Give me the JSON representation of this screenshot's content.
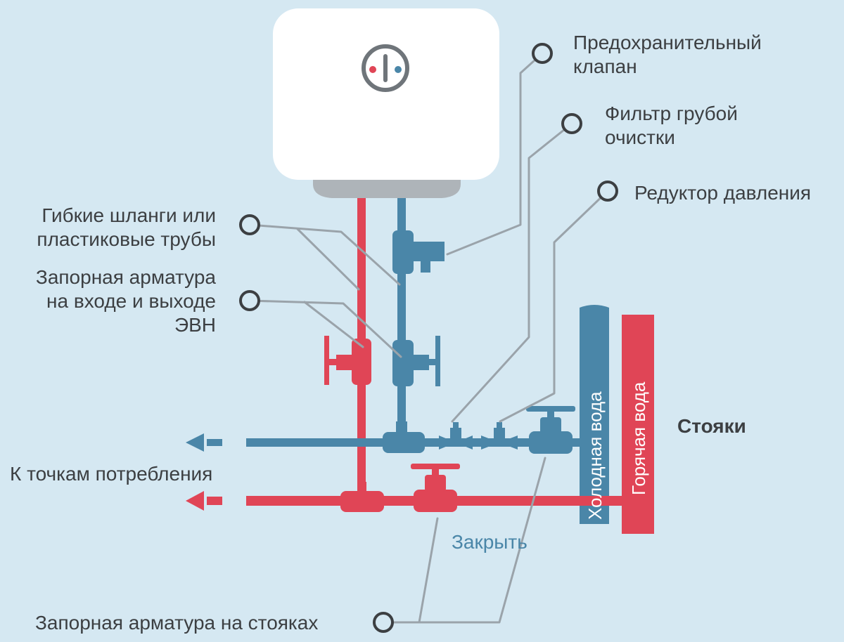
{
  "colors": {
    "background": "#d5e8f2",
    "cold": "#4a86a8",
    "hot": "#e04556",
    "leader": "#9aa3aa",
    "text": "#3c3f42",
    "heater_body": "#ffffff",
    "heater_base": "#aeb4b9"
  },
  "labels": {
    "safety_valve_line1": "Предохранительный",
    "safety_valve_line2": "клапан",
    "coarse_filter_line1": "Фильтр грубой",
    "coarse_filter_line2": "очистки",
    "pressure_reducer": "Редуктор давления",
    "hoses_line1": "Гибкие шланги или",
    "hoses_line2": "пластиковые трубы",
    "shutoff_line1": "Запорная арматура",
    "shutoff_line2": "на входе и выходе",
    "shutoff_line3": "ЭВН",
    "risers": "Стояки",
    "consumers": "К точкам потребления",
    "close": "Закрыть",
    "riser_shutoff": "Запорная арматура на стояках",
    "cold_water": "Холодная вода",
    "hot_water": "Горячая вода"
  },
  "icons": {
    "heater_dial": "thermostat-dial-icon",
    "leader_marker": "ring-marker-icon",
    "flow_arrow": "arrow-left-icon"
  }
}
